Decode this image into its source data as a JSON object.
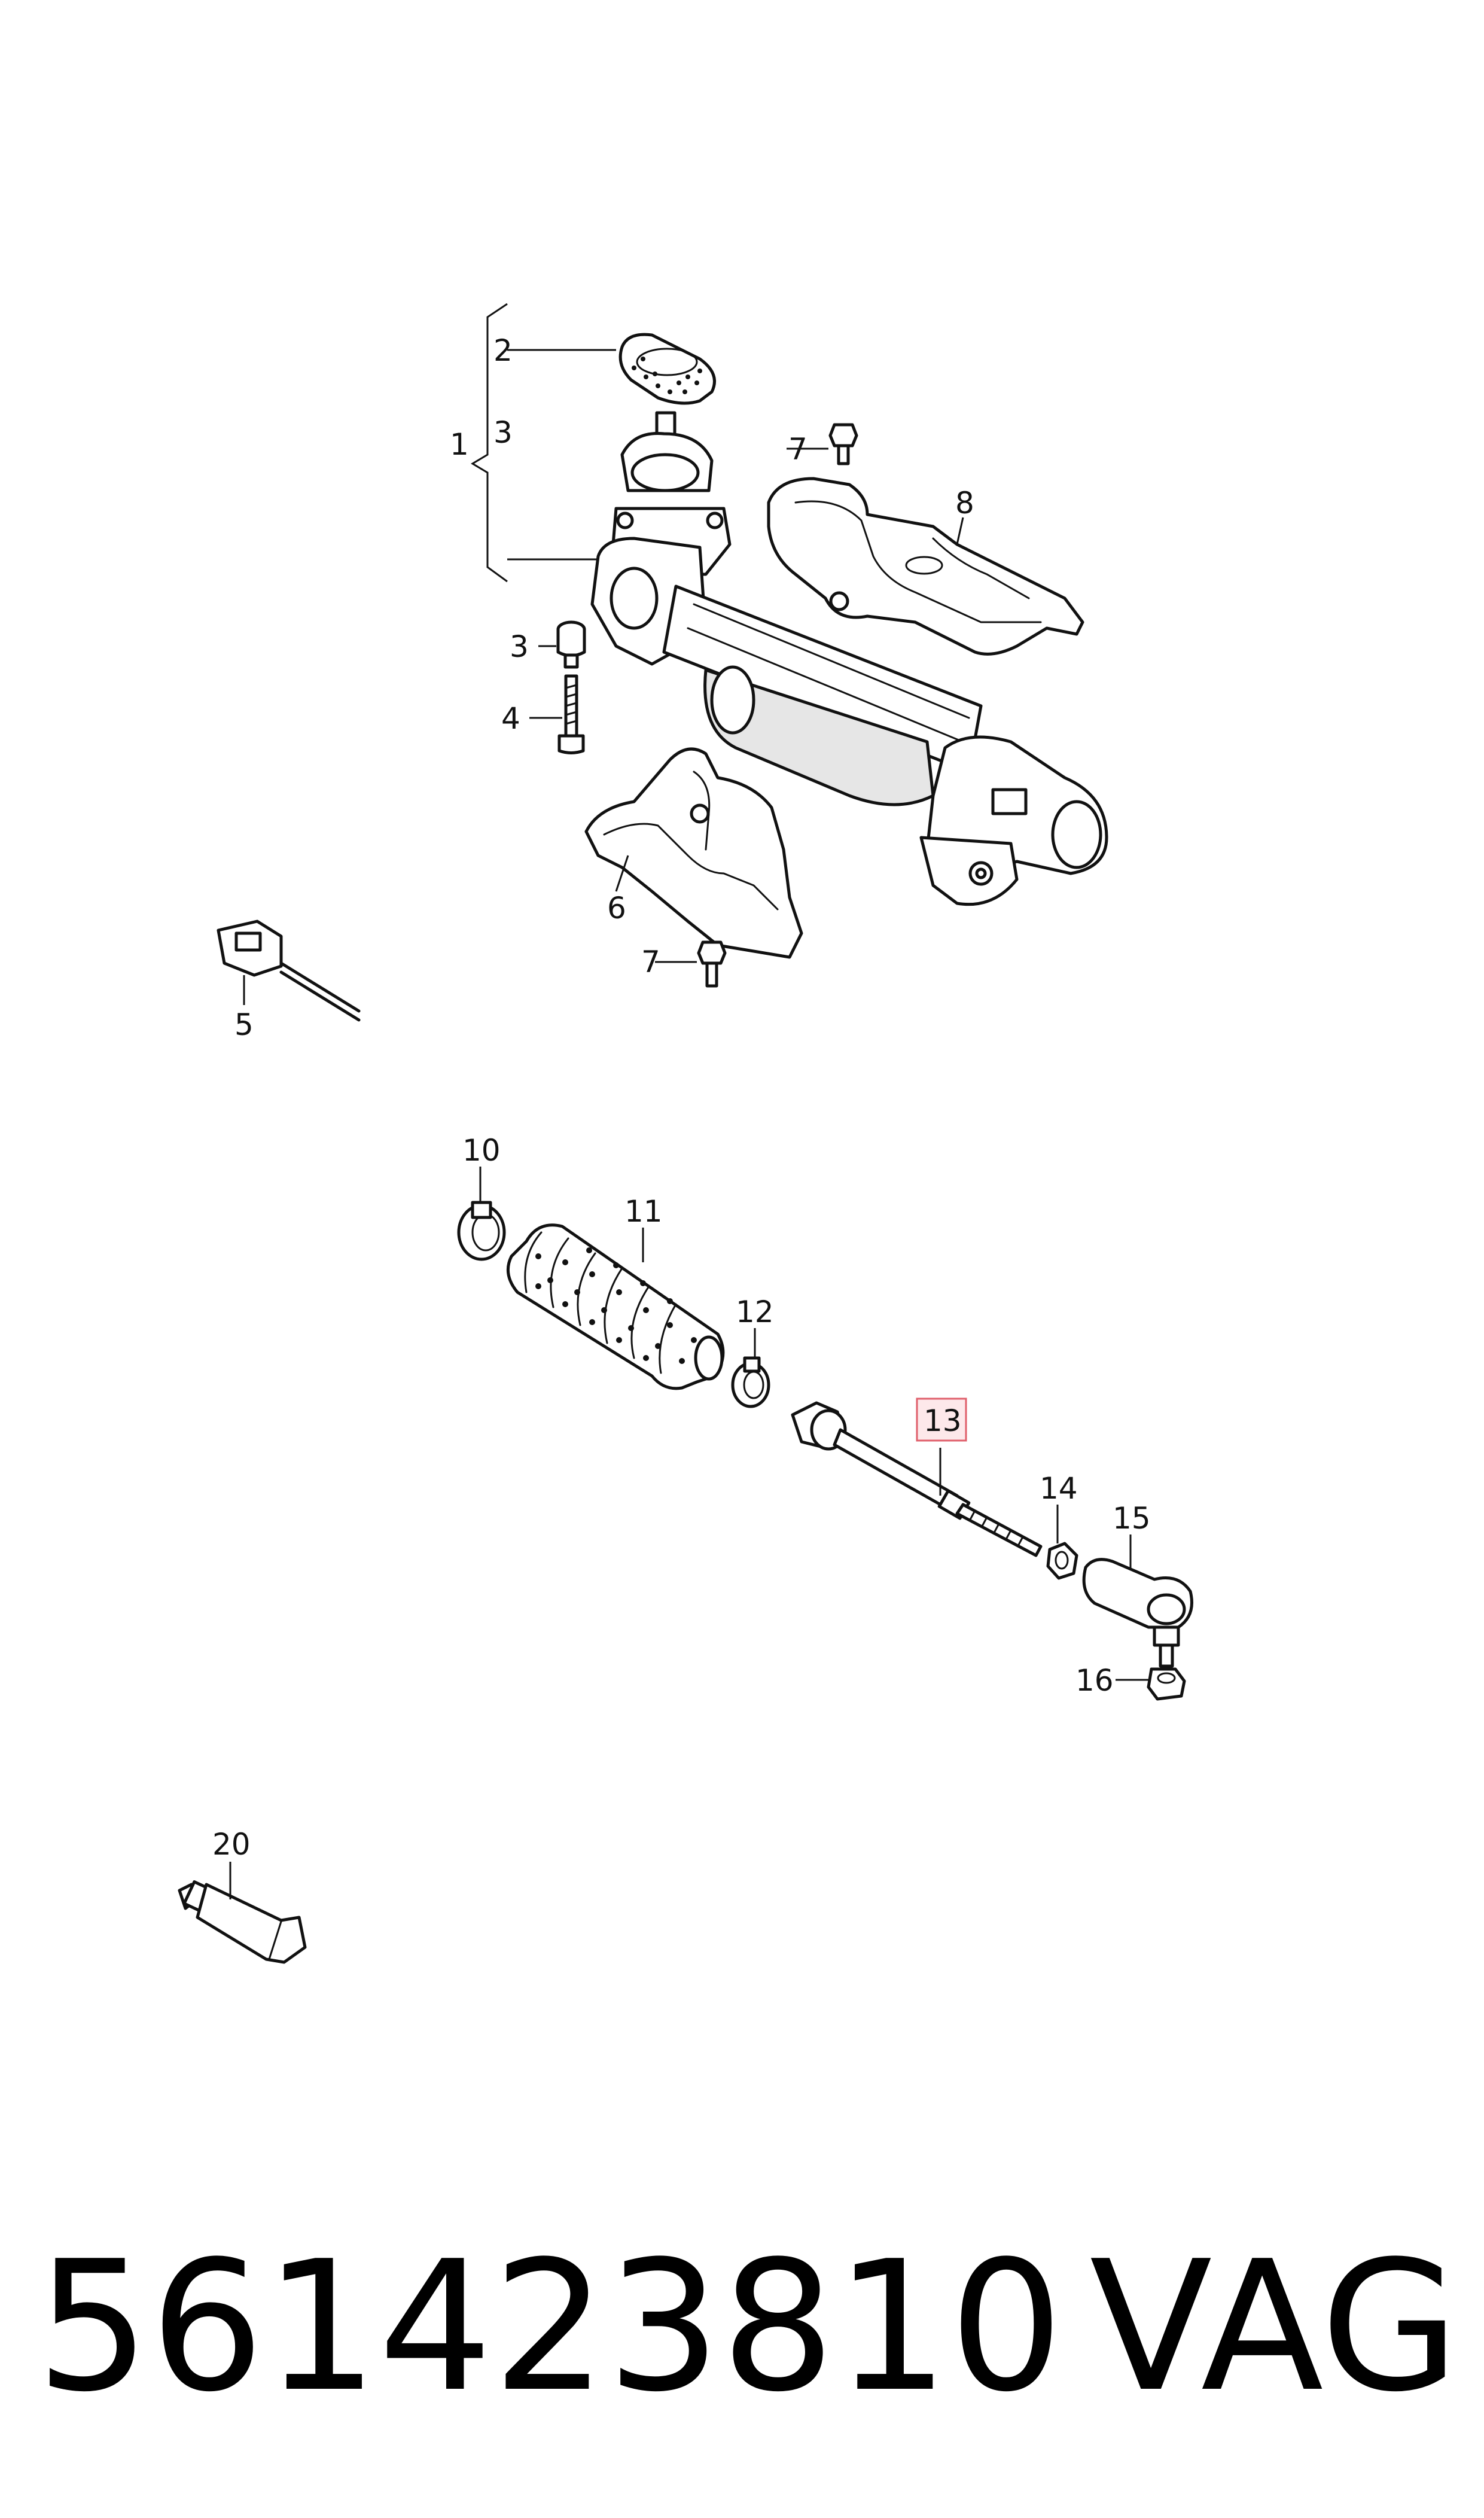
{
  "callouts": {
    "c1": "1",
    "c2": "2",
    "c3a": "3",
    "c3b": "3",
    "c4": "4",
    "c5": "5",
    "c6": "6",
    "c7a": "7",
    "c7b": "7",
    "c8": "8",
    "c10": "10",
    "c11": "11",
    "c12": "12",
    "c13": "13",
    "c14": "14",
    "c15": "15",
    "c16": "16",
    "c20": "20"
  },
  "highlighted_callout": "13",
  "highlight_color": "#e0606c",
  "footer": {
    "part_number": "561423810",
    "brand": "VAG"
  }
}
